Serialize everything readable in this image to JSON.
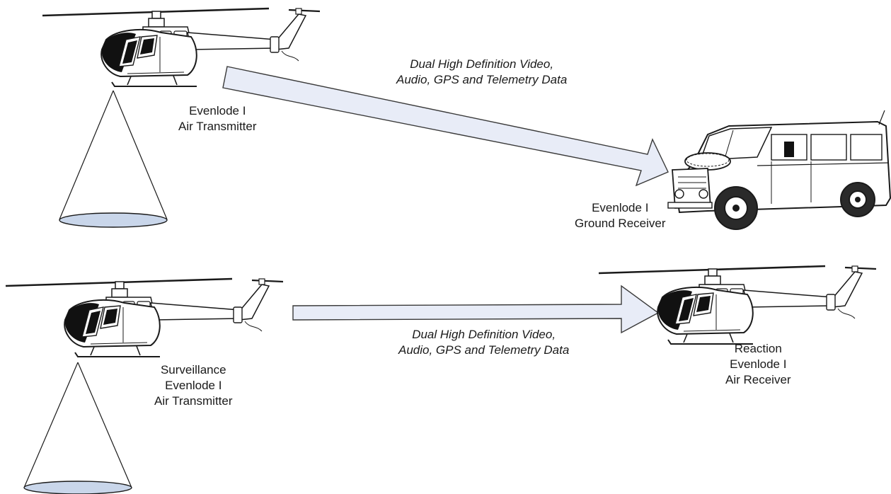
{
  "scenario_top": {
    "transmitter": {
      "label": [
        "Evenlode I",
        "Air Transmitter"
      ]
    },
    "link": {
      "caption": [
        "Dual High Definition Video,",
        "Audio, GPS and Telemetry Data"
      ]
    },
    "receiver": {
      "label": [
        "Evenlode I",
        "Ground Receiver"
      ]
    }
  },
  "scenario_bottom": {
    "transmitter": {
      "label": [
        "Surveillance",
        "Evenlode I",
        "Air Transmitter"
      ]
    },
    "link": {
      "caption": [
        "Dual High Definition Video,",
        "Audio, GPS and Telemetry Data"
      ]
    },
    "receiver": {
      "label": [
        "Reaction",
        "Evenlode I",
        "Air Receiver"
      ]
    }
  },
  "colors": {
    "arrow_fill": "#e8ecf7",
    "arrow_stroke": "#3a3a3a",
    "cone_base_fill": "#c9d6ea",
    "line": "#1a1a1a"
  }
}
